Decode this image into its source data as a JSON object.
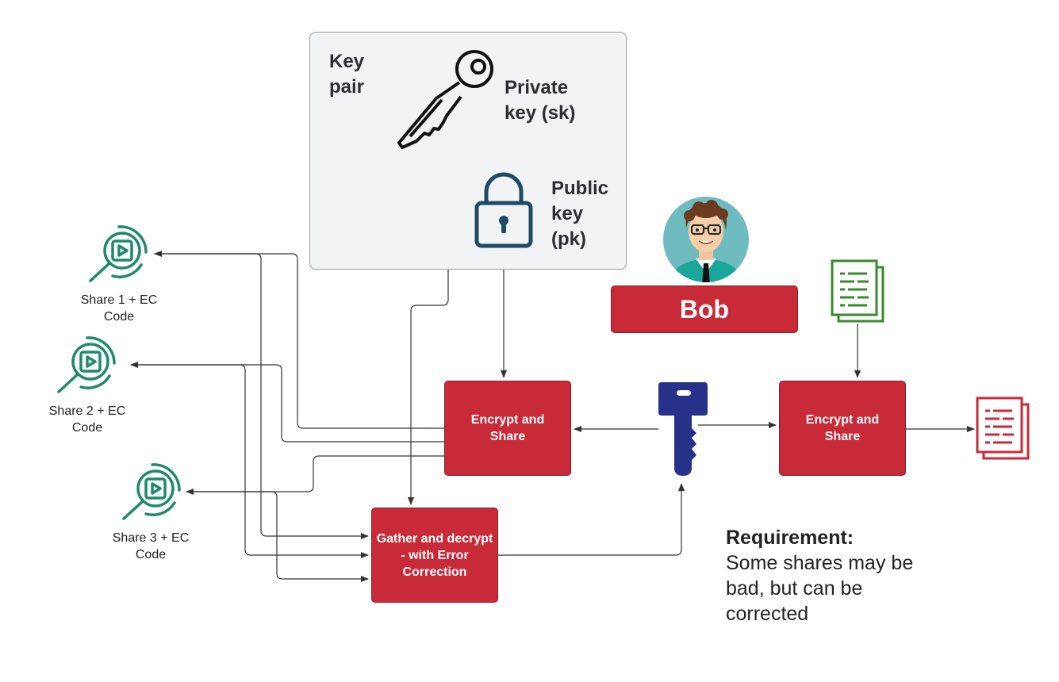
{
  "keypair": {
    "title": "Key pair",
    "private_key_label": "Private key (sk)",
    "public_key_label": "Public key (pk)"
  },
  "person": {
    "name": "Bob"
  },
  "boxes": {
    "encrypt_share_left": "Encrypt and Share",
    "encrypt_share_right": "Encrypt and Share",
    "gather_decrypt": "Gather and decrypt - with Error Correction"
  },
  "shares": [
    {
      "label": "Share 1 + EC Code"
    },
    {
      "label": "Share 2 + EC Code"
    },
    {
      "label": "Share 3 + EC Code"
    }
  ],
  "requirement": {
    "title": "Requirement:",
    "text": "Some shares may be bad, but can be corrected"
  },
  "colors": {
    "box_red": "#c92a38",
    "share_green": "#1e8a6a",
    "doc_green": "#3a8a2c",
    "doc_red": "#c92a38",
    "symmetric_key_blue": "#26318a",
    "padlock_teal": "#1f4a63"
  },
  "icons": {
    "private_key": "key-outline-icon",
    "public_key": "padlock-icon",
    "symmetric_key": "key-filled-icon",
    "share": "search-play-icon",
    "plain_document": "document-green-icon",
    "encrypted_document": "document-red-icon",
    "person": "avatar-icon"
  }
}
